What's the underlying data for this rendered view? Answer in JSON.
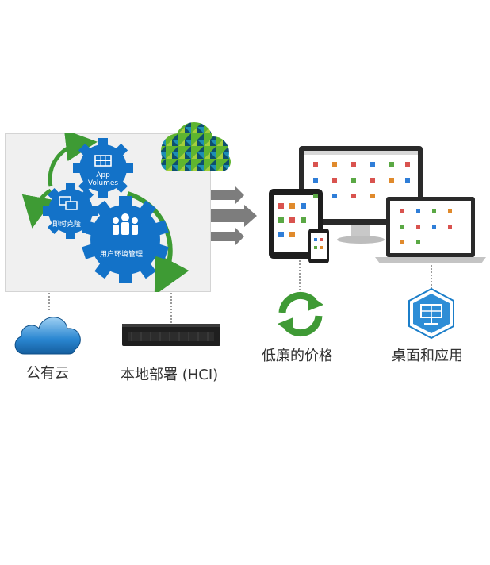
{
  "gears": {
    "app_volumes": "App\nVolumes",
    "instant_clone": "即时克隆",
    "user_env": "用户环境管理"
  },
  "labels": {
    "public_cloud": "公有云",
    "on_prem": "本地部署 (HCI)",
    "low_price": "低廉的价格",
    "desktop_apps": "桌面和应用"
  },
  "colors": {
    "gear_blue": "#1372c8",
    "arc_green": "#3e9b34",
    "arrow_gray": "#7d7d7d",
    "recycle_green": "#3f9a35",
    "hex_blue": "#1b7ec9"
  }
}
